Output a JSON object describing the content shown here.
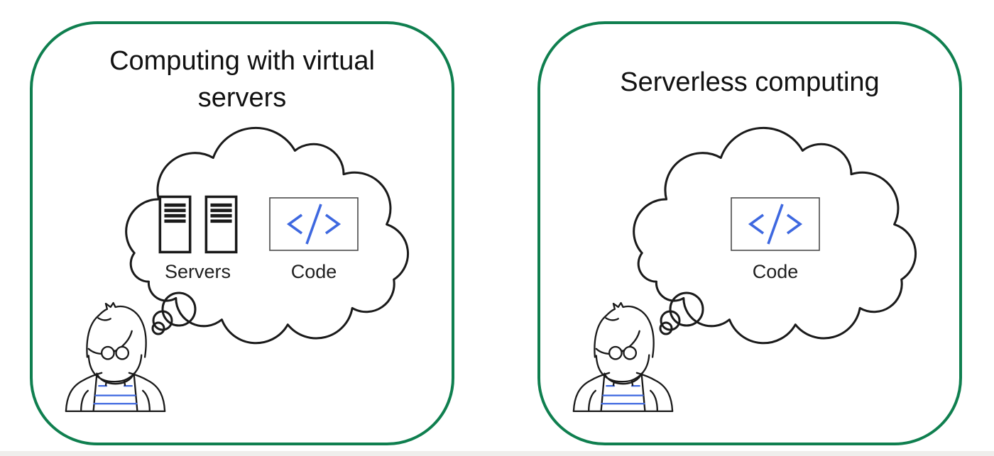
{
  "colors": {
    "panel_border": "#0f7f4f",
    "line": "#1a1a1a",
    "accent_blue": "#3e68e0",
    "title_text": "#111111",
    "label_text": "#1f1f1f",
    "bottom_strip": "#efeeec"
  },
  "panels": [
    {
      "title": "Computing with virtual servers",
      "items": [
        {
          "icon": "servers-icon",
          "label": "Servers"
        },
        {
          "icon": "code-icon",
          "label": "Code"
        }
      ]
    },
    {
      "title": "Serverless computing",
      "items": [
        {
          "icon": "code-icon",
          "label": "Code"
        }
      ]
    }
  ]
}
